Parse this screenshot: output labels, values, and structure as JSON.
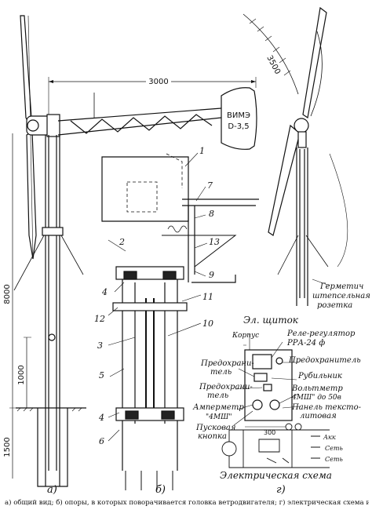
{
  "dimensions": {
    "span_horizontal": "3000",
    "span_diagonal": "3500",
    "height_total": "8000",
    "height_mid": "1000",
    "depth": "1500"
  },
  "plate": {
    "line1": "ВИМЭ",
    "line2": "D-3,5"
  },
  "part_numbers": [
    "1",
    "2",
    "3",
    "4",
    "4",
    "5",
    "6",
    "7",
    "8",
    "9",
    "10",
    "11",
    "12",
    "13"
  ],
  "socket_label": [
    "Герметич",
    "штепсельная",
    "розетка"
  ],
  "panel": {
    "title": "Эл. щиток",
    "case": "Корпус",
    "regulator": [
      "Реле-регулятор",
      "РРА-24 ф"
    ],
    "fuse_right": "Предохранитель",
    "fuse_left_1": [
      "Предохрани-",
      "тель"
    ],
    "fuse_left_2": [
      "Предохрани-",
      "тель"
    ],
    "switch": "Рубильник",
    "voltmeter": [
      "Вольтметр",
      "4МШ\" до 50в"
    ],
    "ammeter": [
      "Амперметр",
      "\"4МШ\""
    ],
    "textolite": [
      "Панель тексто-",
      "литовая"
    ],
    "starter": [
      "Пусковая",
      "кнопка"
    ],
    "width": "300",
    "schematic_title": "Электрическая схема",
    "net_1": "Сеть",
    "net_2": "Сеть",
    "acc": "Акк"
  },
  "sub_labels": {
    "a": "а)",
    "b": "б)",
    "g": "г)"
  },
  "caption": "а) общий вид; б) опоры, в которых поворачивается головка ветродвигателя; г) электрическая схема и щит."
}
